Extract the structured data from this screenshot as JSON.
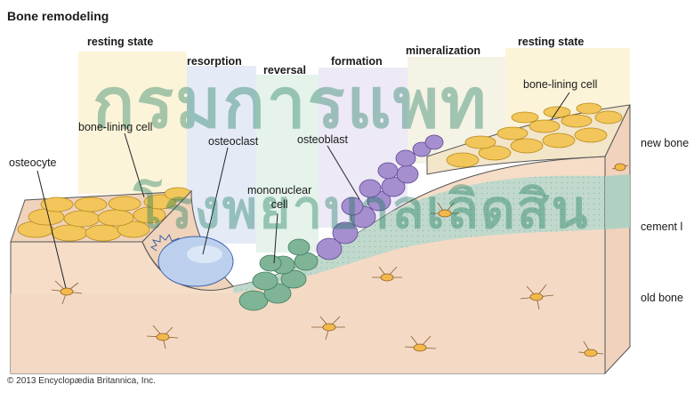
{
  "title": "Bone remodeling",
  "stages": {
    "resting_left": "resting state",
    "resorption": "resorption",
    "reversal": "reversal",
    "formation": "formation",
    "mineralization": "mineralization",
    "resting_right": "resting state"
  },
  "cells": {
    "osteocyte": "osteocyte",
    "bone_lining_left": "bone-lining cell",
    "osteoclast": "osteoclast",
    "mononuclear": "mononuclear\ncell",
    "osteoblast": "osteoblast",
    "bone_lining_right": "bone-lining cell"
  },
  "layers": {
    "new_bone": "new bone",
    "cement_line": "cement l",
    "old_bone": "old bone"
  },
  "watermark": {
    "line1": "กรมการแพท",
    "line2": "โรงพยาบาลเลิดสิน"
  },
  "copyright": "© 2013 Encyclopædia Britannica, Inc.",
  "colors": {
    "bone": "#f5ddc8",
    "new_bone_top": "#f3e5c8",
    "cement_band": "#b7d8cc",
    "lining_cell": "#f2c65a",
    "osteoclast": "#bcd0ee",
    "mononuclear": "#7fb497",
    "osteoblast": "#a58fcf",
    "watermark": "#14785a"
  }
}
